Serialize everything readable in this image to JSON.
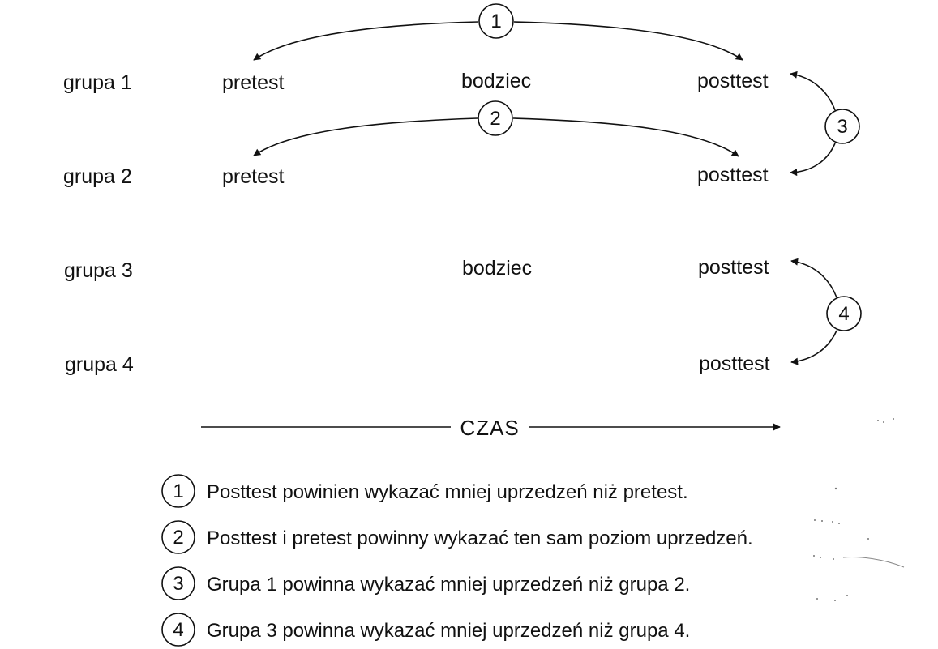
{
  "groups": [
    {
      "label": "grupa 1",
      "pretest": "pretest",
      "stimulus": "bodziec",
      "posttest": "posttest"
    },
    {
      "label": "grupa 2",
      "pretest": "pretest",
      "stimulus": "",
      "posttest": "posttest"
    },
    {
      "label": "grupa 3",
      "pretest": "",
      "stimulus": "bodziec",
      "posttest": "posttest"
    },
    {
      "label": "grupa 4",
      "pretest": "",
      "stimulus": "",
      "posttest": "posttest"
    }
  ],
  "comparisons": [
    {
      "number": "1",
      "text": "Posttest powinien wykazać mniej uprzedzeń niż pretest."
    },
    {
      "number": "2",
      "text": "Posttest i pretest powinny wykazać ten sam poziom uprzedzeń."
    },
    {
      "number": "3",
      "text": "Grupa 1 powinna wykazać mniej uprzedzeń niż grupa 2."
    },
    {
      "number": "4",
      "text": "Grupa 3 powinna wykazać mniej uprzedzeń niż grupa 4."
    }
  ],
  "time_axis": {
    "label": "CZAS"
  }
}
